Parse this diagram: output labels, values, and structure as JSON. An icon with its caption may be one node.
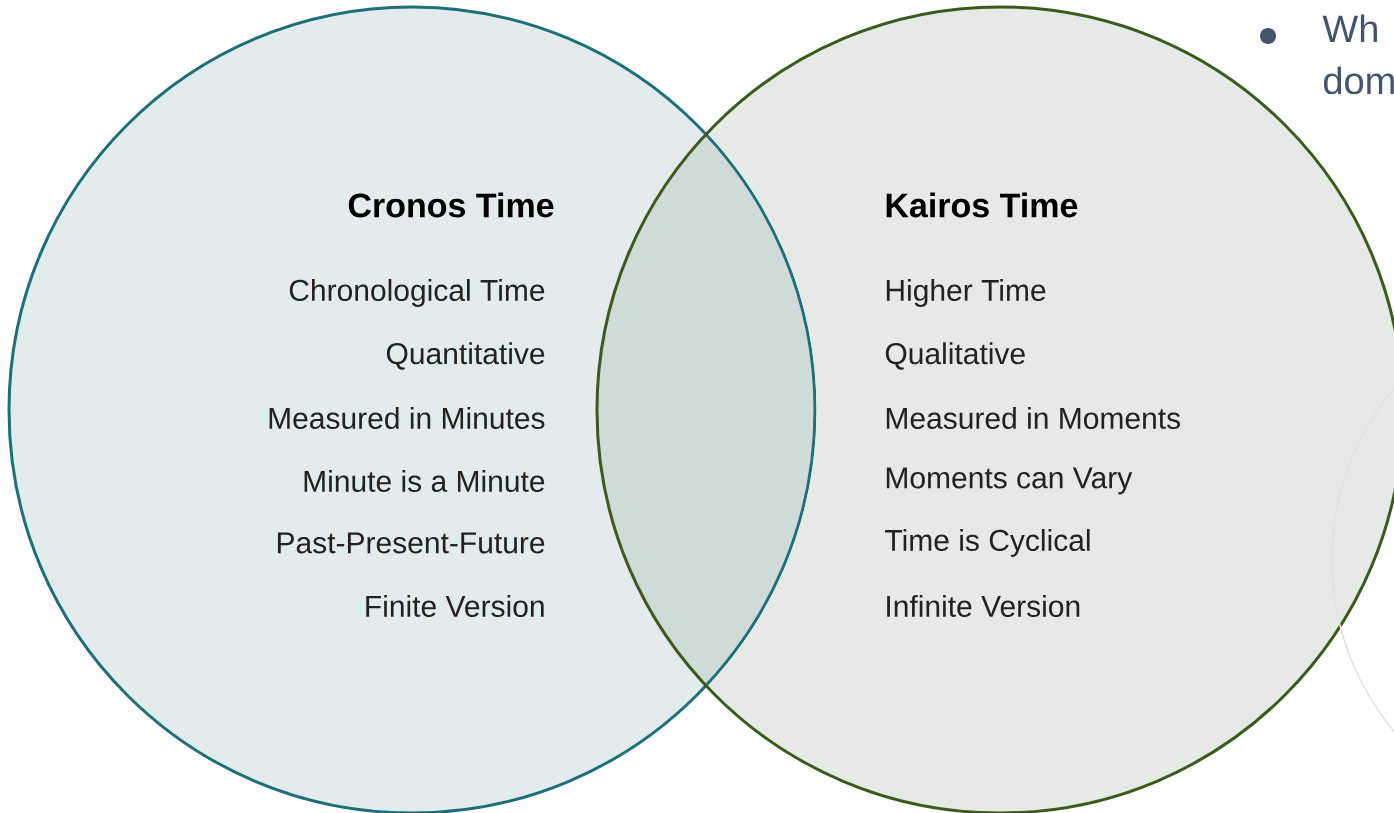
{
  "diagram": {
    "nodes": [
      {
        "text": [
          "Cronos Time",
          "Chronological Time",
          "Quantitative",
          "Measured in Minutes",
          "Minute is a Minute",
          "Past-Present-Future",
          "Finite Version"
        ]
      },
      {
        "text": [
          "Kairos Time",
          "Higher Time",
          "Qualitative",
          "Measured in Moments",
          "Moments can Vary",
          "Time is Cyclical",
          "Infinite Version"
        ]
      },
      {
        "text": [],
        "shape": "circle"
      }
    ],
    "labels": [
      "Wh dom"
    ]
  }
}
